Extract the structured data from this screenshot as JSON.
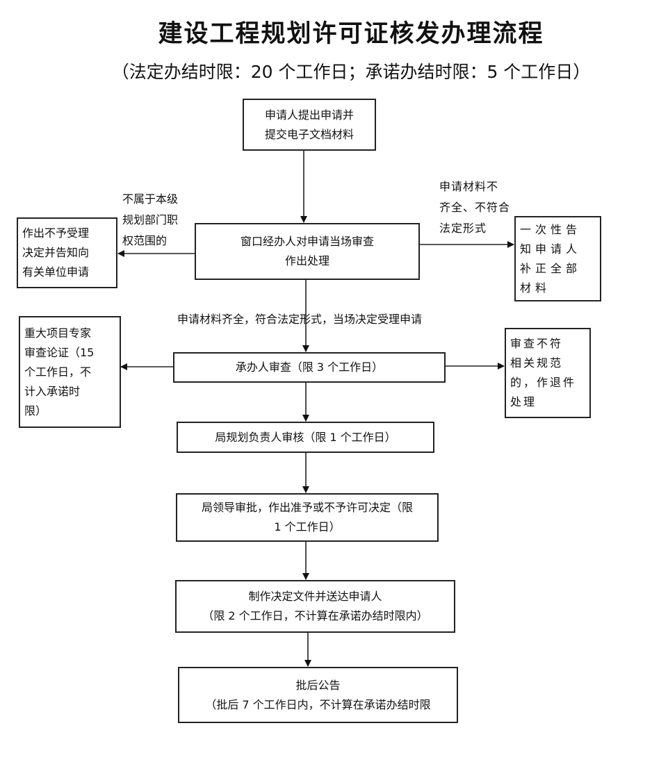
{
  "title": "建设工程规划许可证核发办理流程",
  "subtitle": "（法定办结时限：20 个工作日；承诺办结时限：5 个工作日）",
  "nodes": {
    "apply": "申请人提出申请并\n提交电子文档材料",
    "window_review": "窗口经办人对申请当场审查\n作出处理",
    "reject_scope": "作出不予受理\n决定并告知向\n有关单位申请",
    "notify_supplement": "一次性告\n知申请人\n补正全部\n材料",
    "handler_review": "承办人审查（限 3 个工作日）",
    "expert_review": "重大项目专家\n审查论证（15\n个工作日，不\n计入承诺时\n限）",
    "return_docs": "审查不符\n相关规范\n的，作退件\n处理",
    "planning_head": "局规划负责人审核（限 1 个工作日）",
    "leader_approval": "局领导审批，作出准予或不予许可决定（限\n1 个工作日）",
    "make_decision": "制作决定文件并送达申请人\n（限 2 个工作日，不计算在承诺办结时限内）",
    "announcement": "批后公告\n（批后 7 个工作日内，不计算在承诺办结时限"
  },
  "edge_labels": {
    "not_in_scope": "不属于本级\n规划部门职\n权范围的",
    "incomplete": "申请材料不\n齐全、不符合\n法定形式",
    "accepted": "申请材料齐全，符合法定形式，当场决定受理申请"
  }
}
